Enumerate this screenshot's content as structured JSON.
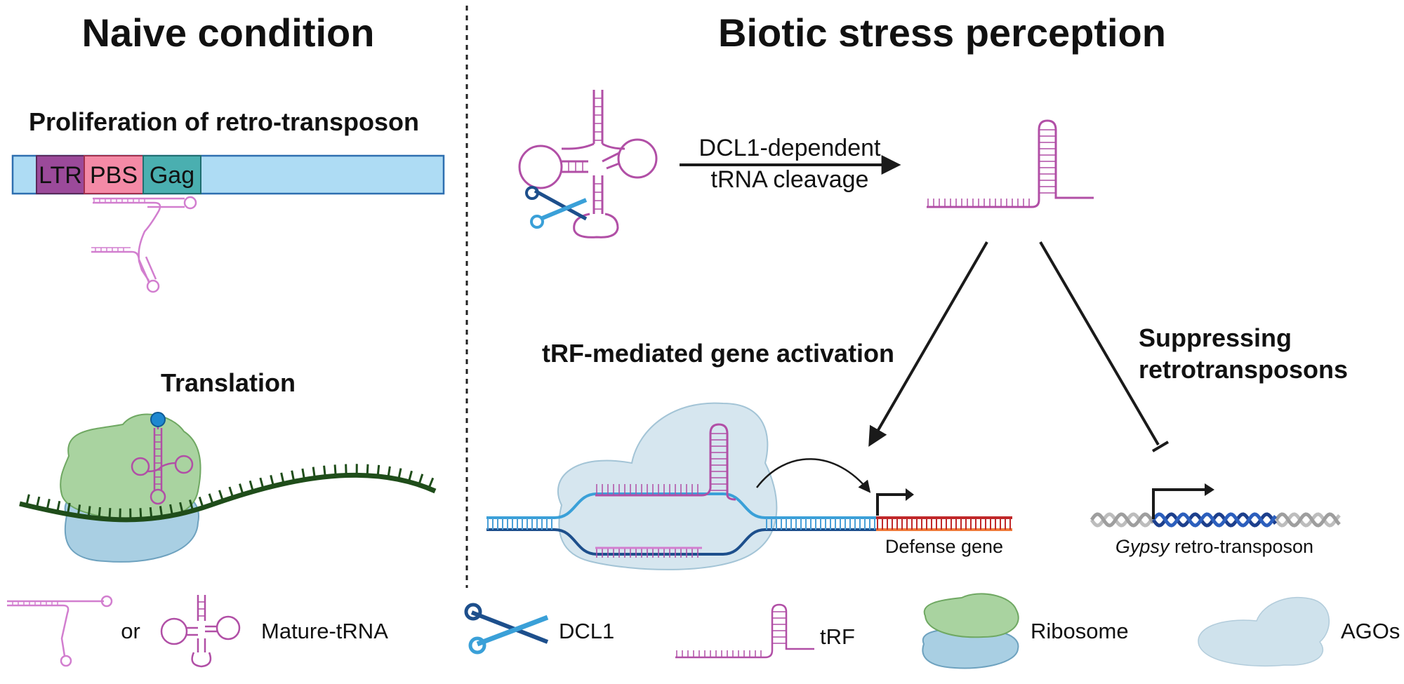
{
  "panels": {
    "left_title": "Naive condition",
    "right_title": "Biotic stress perception"
  },
  "naive": {
    "proliferation_title": "Proliferation of retro-transposon",
    "segments": [
      "LTR",
      "PBS",
      "Gag"
    ],
    "translation_title": "Translation"
  },
  "stress": {
    "cleavage_line1": "DCL1-dependent",
    "cleavage_line2": "tRNA cleavage",
    "activation_title": "tRF-mediated gene activation",
    "suppress_line1": "Suppressing",
    "suppress_line2": "retrotransposons",
    "defense_gene": "Defense gene",
    "gypsy_italic": "Gypsy",
    "gypsy_rest": " retro-transposon"
  },
  "legend": {
    "or": "or",
    "mature_trna": "Mature-tRNA",
    "dcl1": "DCL1",
    "trf": "tRF",
    "ribosome": "Ribosome",
    "agos": "AGOs"
  },
  "colors": {
    "trna": "#b14fa6",
    "trna_light": "#d27ecf",
    "ltr": "#9b4a9a",
    "pbs": "#f48aa6",
    "gag": "#4aafb0",
    "transposon_bar": "#aedcf4",
    "dna_light": "#4aa0d8",
    "dna_dark": "#1d4f8c",
    "defense_red": "#c0282a",
    "defense_orange": "#ef7a3a",
    "ribosome_green": "#a9d3a0",
    "ribosome_blue": "#a9cfe3",
    "ago": "#cfe2ec",
    "mrna": "#1f4d1a"
  },
  "icons": [
    "scissors-icon",
    "phosphate-bead-icon",
    "promoter-arrow-icon",
    "inhibition-bar-icon"
  ]
}
